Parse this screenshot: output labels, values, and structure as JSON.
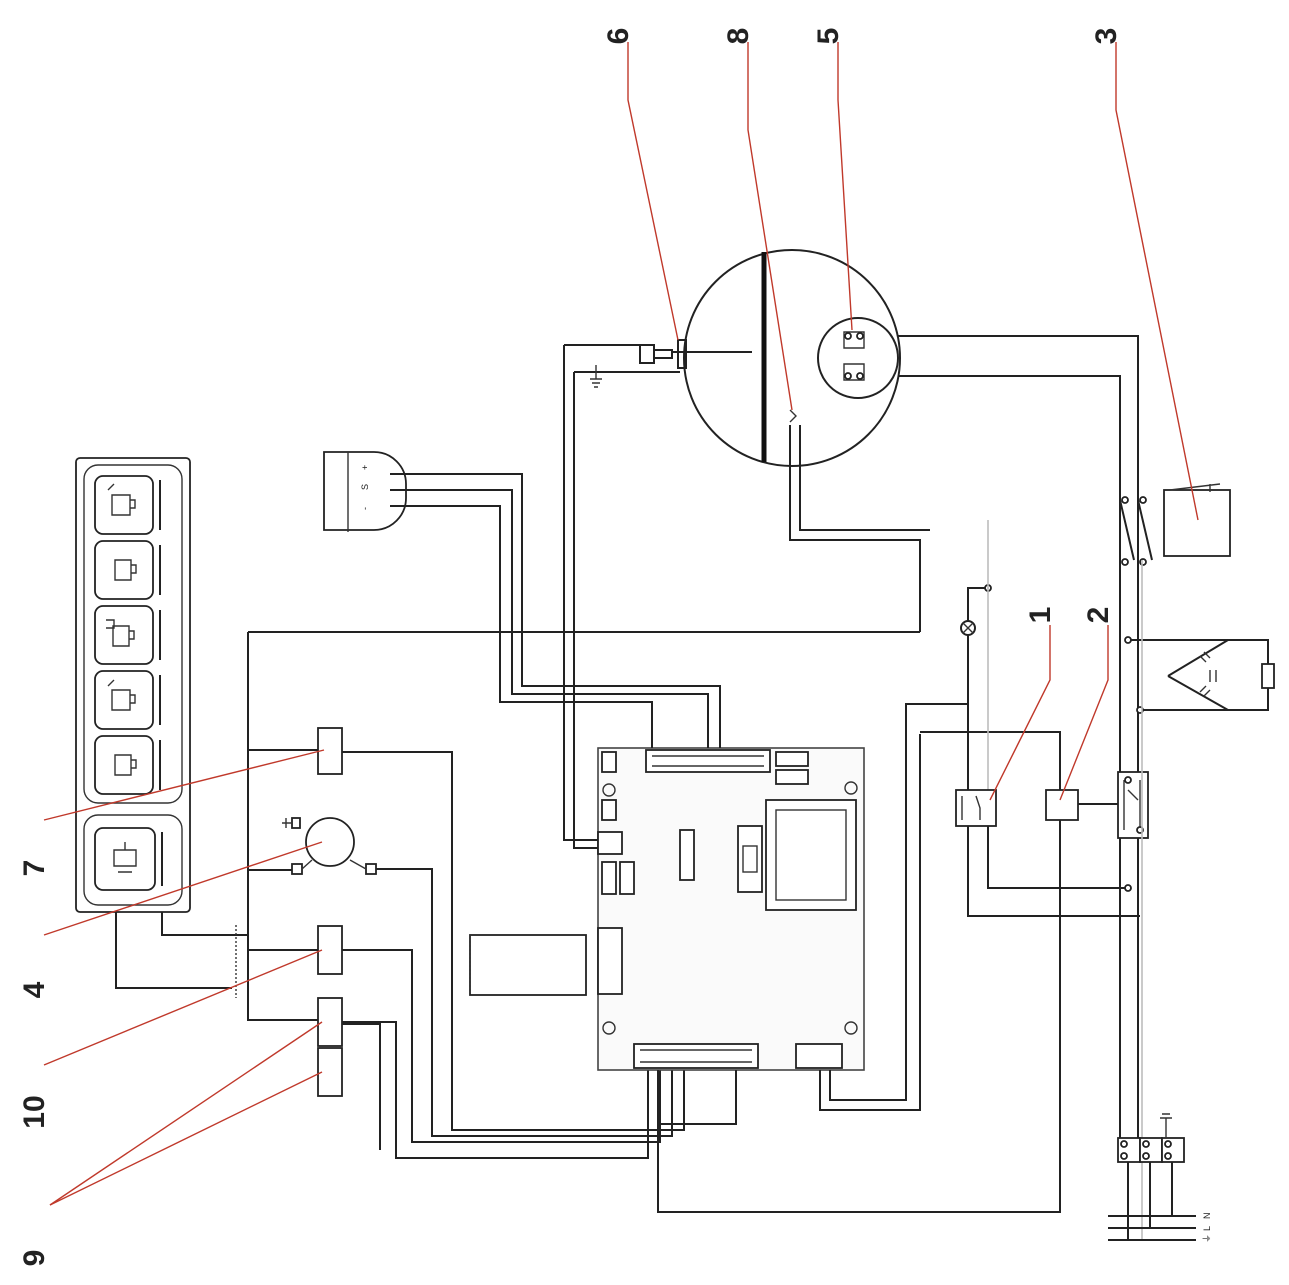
{
  "labels": {
    "l1": "1",
    "l2": "2",
    "l3": "3",
    "l4": "4",
    "l5": "5",
    "l6": "6",
    "l7": "7",
    "l8": "8",
    "l9": "9",
    "l10": "10"
  },
  "terminals": {
    "pe": "⏚",
    "l": "L",
    "n": "N"
  },
  "colors": {
    "wire": "#222222",
    "leader": "#c0392b",
    "earth": "#bdbdbd"
  }
}
